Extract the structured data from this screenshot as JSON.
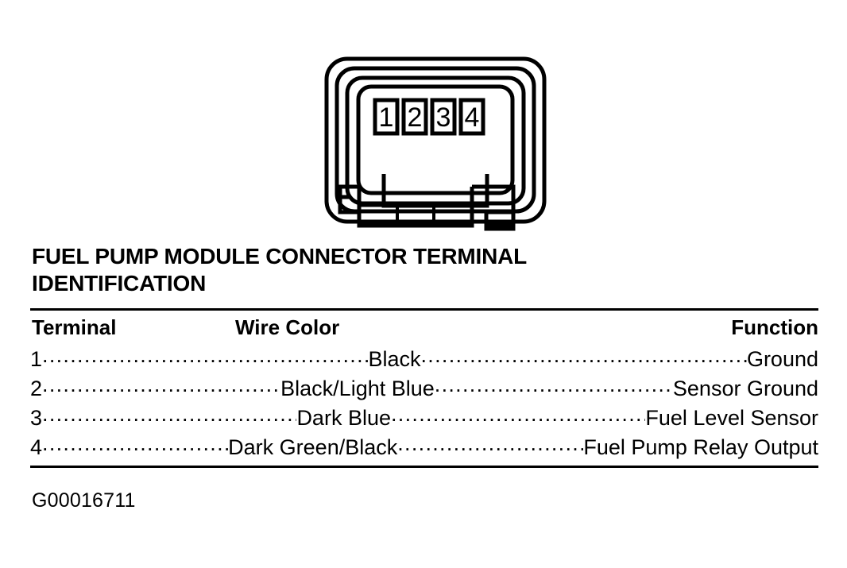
{
  "figure": {
    "title": "FUEL PUMP MODULE CONNECTOR TERMINAL IDENTIFICATION",
    "title_line1": "FUEL PUMP MODULE CONNECTOR TERMINAL",
    "title_line2": "IDENTIFICATION",
    "id_label": "G00016711",
    "connector": {
      "name": "fuel-pump-module-connector",
      "cavity_count": 4,
      "cavity_labels": [
        "1",
        "2",
        "3",
        "4"
      ],
      "line_color": "#000000",
      "fill_color": "#ffffff"
    }
  },
  "table": {
    "headers": {
      "terminal": "Terminal",
      "wire_color": "Wire Color",
      "function": "Function"
    },
    "rows": [
      {
        "terminal": "1",
        "wire_color": "Black",
        "function": "Ground"
      },
      {
        "terminal": "2",
        "wire_color": "Black/Light Blue",
        "function": "Sensor Ground"
      },
      {
        "terminal": "3",
        "wire_color": "Dark Blue",
        "function": "Fuel Level Sensor"
      },
      {
        "terminal": "4",
        "wire_color": "Dark Green/Black",
        "function": "Fuel Pump Relay Output"
      }
    ]
  }
}
